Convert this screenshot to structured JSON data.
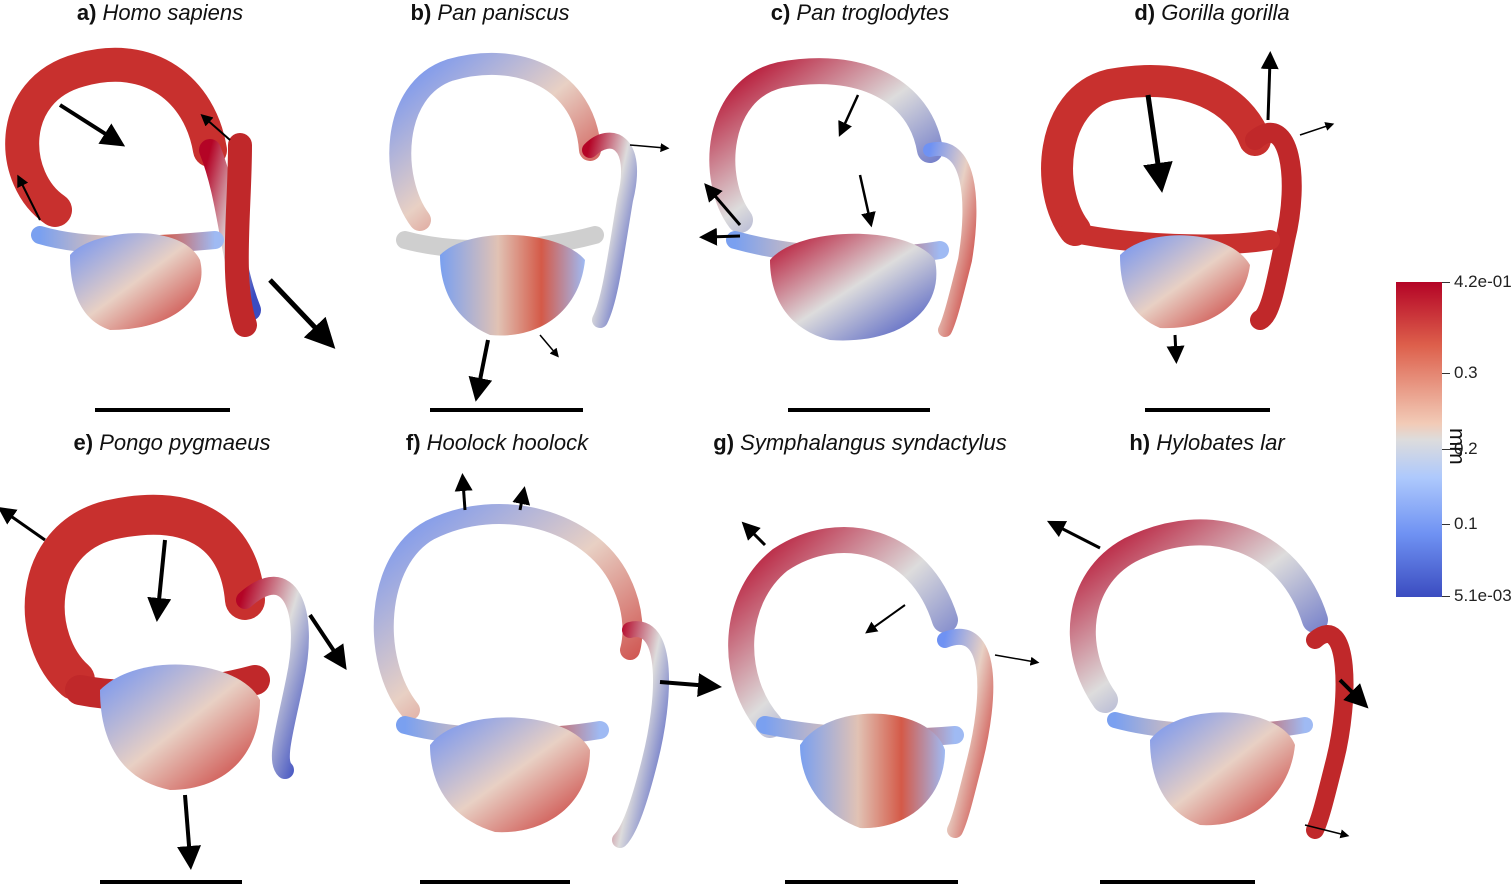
{
  "panels": [
    {
      "letter": "a)",
      "species": "Homo sapiens"
    },
    {
      "letter": "b)",
      "species": "Pan paniscus"
    },
    {
      "letter": "c)",
      "species": "Pan troglodytes"
    },
    {
      "letter": "d)",
      "species": "Gorilla gorilla"
    },
    {
      "letter": "e)",
      "species": "Pongo pygmaeus"
    },
    {
      "letter": "f)",
      "species": "Hoolock hoolock"
    },
    {
      "letter": "g)",
      "species": "Symphalangus syndactylus"
    },
    {
      "letter": "h)",
      "species": "Hylobates lar"
    }
  ],
  "colorbar": {
    "unit": "mm",
    "ticks": [
      "4.2e-01",
      "0.3",
      "0.2",
      "0.1",
      "5.1e-03"
    ],
    "colors": {
      "high": "#b40426",
      "mid": "#dddcdc",
      "low": "#3b4cc0"
    }
  }
}
